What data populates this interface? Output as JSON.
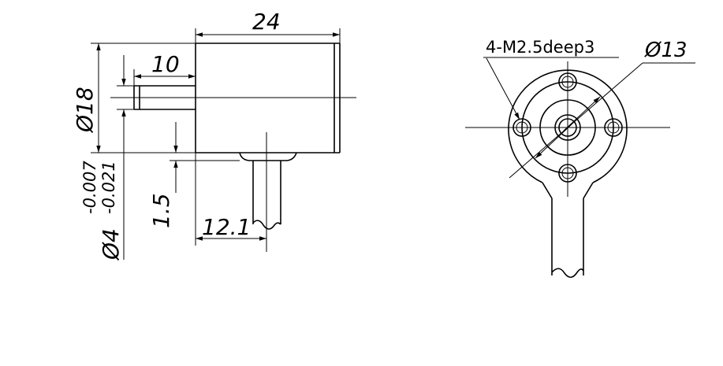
{
  "side_view": {
    "dim_length": "24",
    "dim_shaft_length": "10",
    "dim_diameter_body": "Ø18",
    "dim_shaft_diameter": "Ø4",
    "tol_upper": "-0.007",
    "tol_lower": "-0.021",
    "dim_offset": "1.5",
    "dim_cable_pos": "12.1"
  },
  "front_view": {
    "thread_label": "4-M2.5deep3",
    "dim_bolt_circle": "Ø13"
  }
}
